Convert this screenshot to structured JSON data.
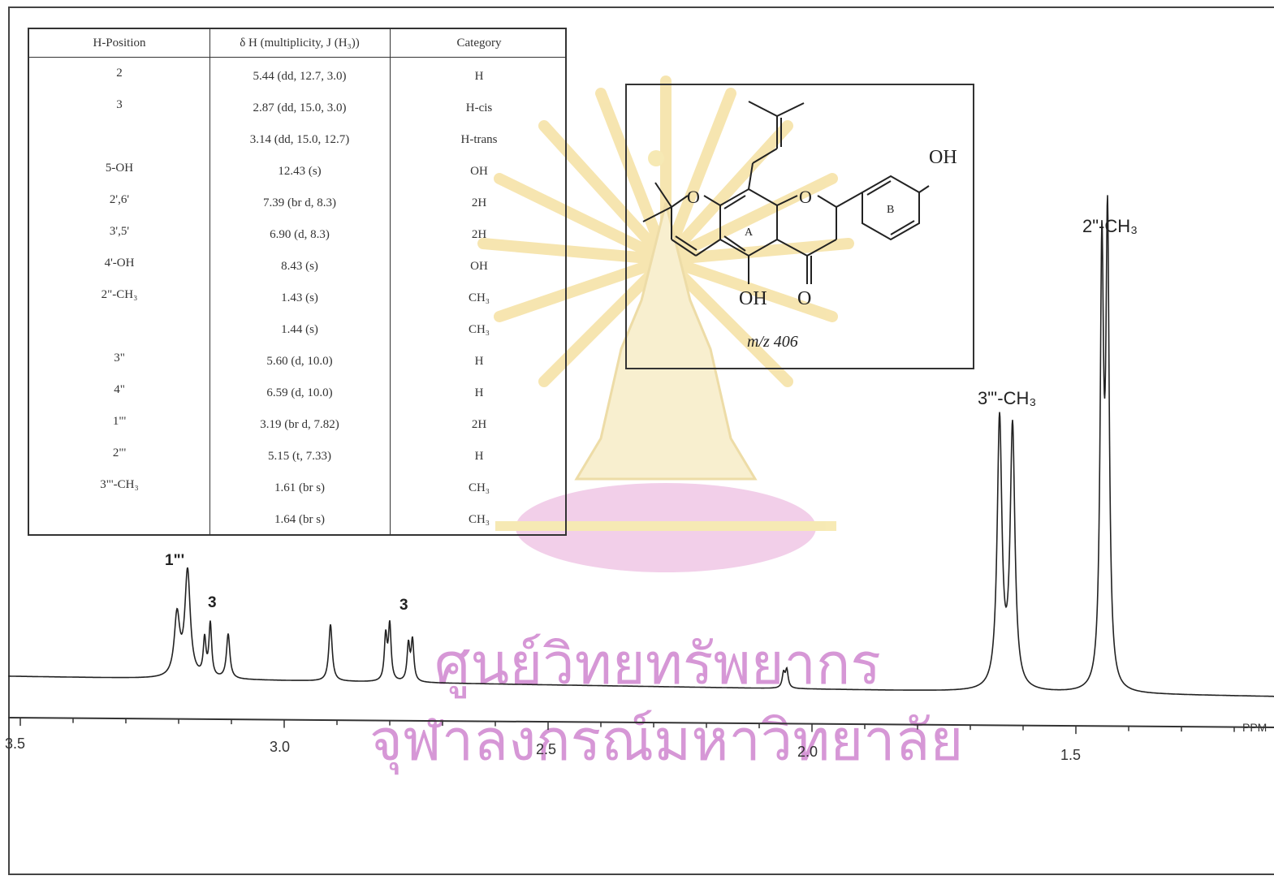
{
  "table": {
    "headers": [
      "H-Position",
      "δ H (multiplicity, J (H₃))",
      "Category"
    ],
    "rows": [
      {
        "pos": "2",
        "shift": "5.44 (dd, 12.7, 3.0)",
        "cat": "H"
      },
      {
        "pos": "3",
        "shift": "2.87 (dd, 15.0, 3.0)",
        "cat": "H-cis"
      },
      {
        "pos": "",
        "shift": "3.14 (dd, 15.0, 12.7)",
        "cat": "H-trans"
      },
      {
        "pos": "5-OH",
        "shift": "12.43 (s)",
        "cat": "OH"
      },
      {
        "pos": "2',6'",
        "shift": "7.39 (br d, 8.3)",
        "cat": "2H"
      },
      {
        "pos": "3',5'",
        "shift": "6.90 (d, 8.3)",
        "cat": "2H"
      },
      {
        "pos": "4'-OH",
        "shift": "8.43 (s)",
        "cat": "OH"
      },
      {
        "pos": "2\"-CH₃",
        "shift": "1.43 (s)",
        "cat": "CH₃"
      },
      {
        "pos": "",
        "shift": "1.44 (s)",
        "cat": "CH₃"
      },
      {
        "pos": "3\"",
        "shift": "5.60 (d, 10.0)",
        "cat": "H"
      },
      {
        "pos": "4\"",
        "shift": "6.59 (d, 10.0)",
        "cat": "H"
      },
      {
        "pos": "1\"'",
        "shift": "3.19 (br d, 7.82)",
        "cat": "2H"
      },
      {
        "pos": "2\"'",
        "shift": "5.15 (t, 7.33)",
        "cat": "H"
      },
      {
        "pos": "3\"'-CH₃",
        "shift": "1.61 (br s)",
        "cat": "CH₃"
      },
      {
        "pos": "",
        "shift": "1.64 (br s)",
        "cat": "CH₃"
      }
    ]
  },
  "structure": {
    "mz_label": "m/z 406",
    "oh_top": "OH",
    "oh_bottom": "OH",
    "carbonyl_o": "O",
    "ring_o1": "O",
    "ring_o2": "O",
    "ring_a": "A",
    "ring_b": "B"
  },
  "spectrum": {
    "peak_labels": {
      "h1": "1\"'",
      "h3_left": "3",
      "h3_right": "3",
      "ch3_prenyl": "3\"'-CH₃",
      "ch3_chromene": "2\"-CH₃"
    },
    "axis_unit": "PPM",
    "tick_labels": [
      "3.5",
      "3.0",
      "2.5",
      "2.0",
      "1.5"
    ]
  },
  "watermark": {
    "line1": "ศูนย์วิทยทรัพยากร",
    "line2": "จุฬาลงกรณ์มหาวิทยาลัย"
  }
}
